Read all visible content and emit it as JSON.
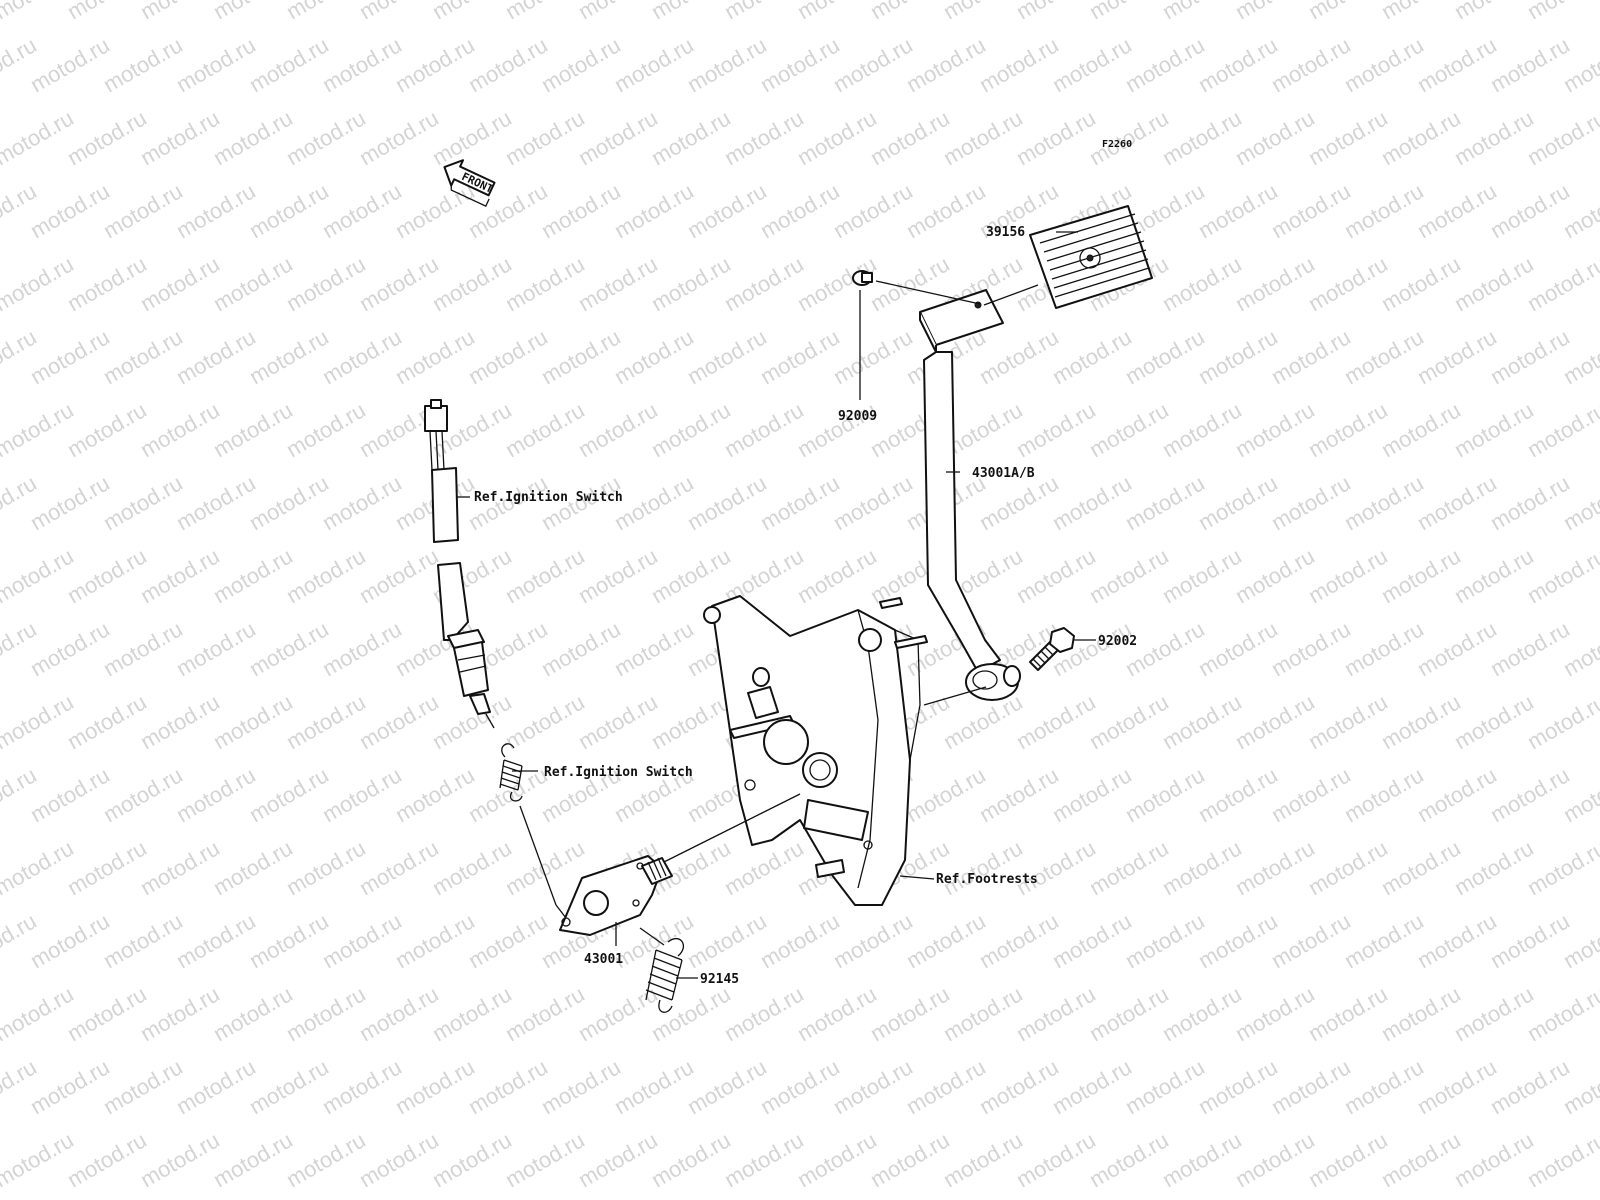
{
  "figure_code": "F2260",
  "front_label": "FRONT",
  "watermark": "motod.ru",
  "callouts": {
    "pad": "39156",
    "screw": "92009",
    "pedal": "43001A/B",
    "bolt": "92002",
    "ref_switch_1": "Ref.Ignition Switch",
    "ref_switch_2": "Ref.Ignition Switch",
    "ref_footrests": "Ref.Footrests",
    "lever": "43001",
    "spring": "92145"
  }
}
